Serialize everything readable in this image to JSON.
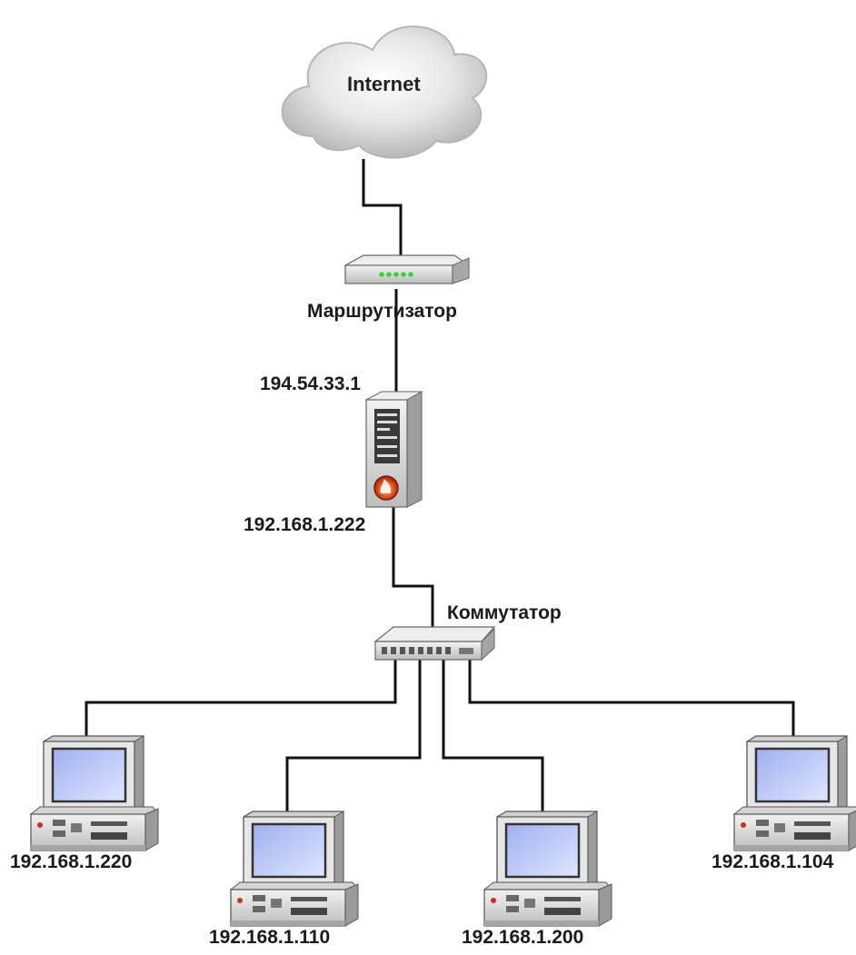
{
  "diagram": {
    "cloud_label": "Internet",
    "router_label": "Маршрутизатор",
    "firewall_external_ip": "194.54.33.1",
    "firewall_internal_ip": "192.168.1.222",
    "switch_label": "Коммутатор",
    "computers": [
      {
        "ip": "192.168.1.220"
      },
      {
        "ip": "192.168.1.110"
      },
      {
        "ip": "192.168.1.200"
      },
      {
        "ip": "192.168.1.104"
      }
    ]
  },
  "colors": {
    "cable": "#111111",
    "cloud": "#d9d9d9",
    "device_body": "#e4e4e4",
    "screen": "#b9c8f2",
    "led_green": "#39d33a",
    "firewall_red": "#c8321e"
  },
  "icons": [
    "cloud-icon",
    "router-icon",
    "firewall-icon",
    "switch-icon",
    "computer-icon"
  ]
}
